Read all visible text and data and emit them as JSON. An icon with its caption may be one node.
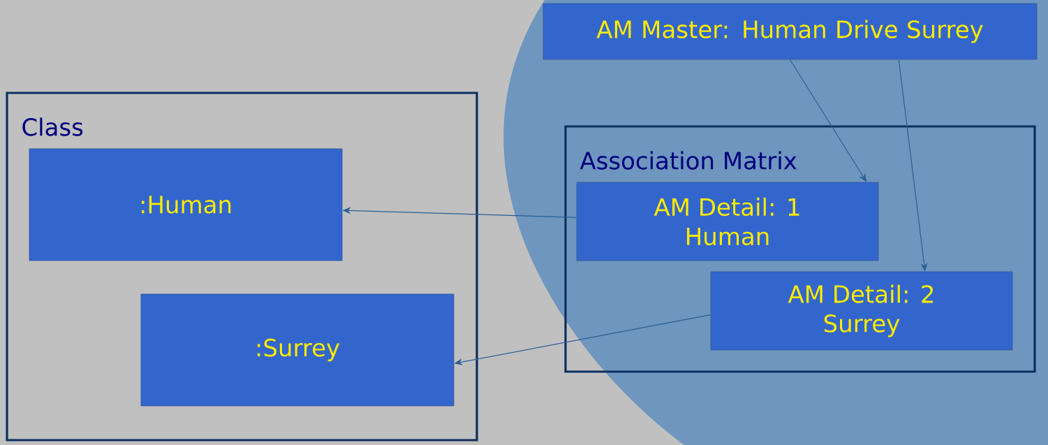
{
  "diagram": {
    "nodes": [
      {
        "text": [
          "AM Master: Human Drive Surrey"
        ]
      },
      {
        "text": [
          "Class"
        ]
      },
      {
        "text": [
          ":Human"
        ],
        "in": 1
      },
      {
        "text": [
          ":Surrey"
        ],
        "in": 1
      },
      {
        "text": [
          "Association Matrix"
        ]
      },
      {
        "text": [
          "AM Detail: 1 Human"
        ],
        "in": 4
      },
      {
        "text": [
          "AM Detail: 2 Surrey"
        ],
        "in": 4
      }
    ],
    "edges": [
      {
        "from": 0,
        "to": 5,
        "arrow": "to"
      },
      {
        "from": 0,
        "to": 6,
        "arrow": "to"
      },
      {
        "from": 5,
        "to": 2,
        "arrow": "to"
      },
      {
        "from": 6,
        "to": 3,
        "arrow": "to"
      }
    ]
  }
}
